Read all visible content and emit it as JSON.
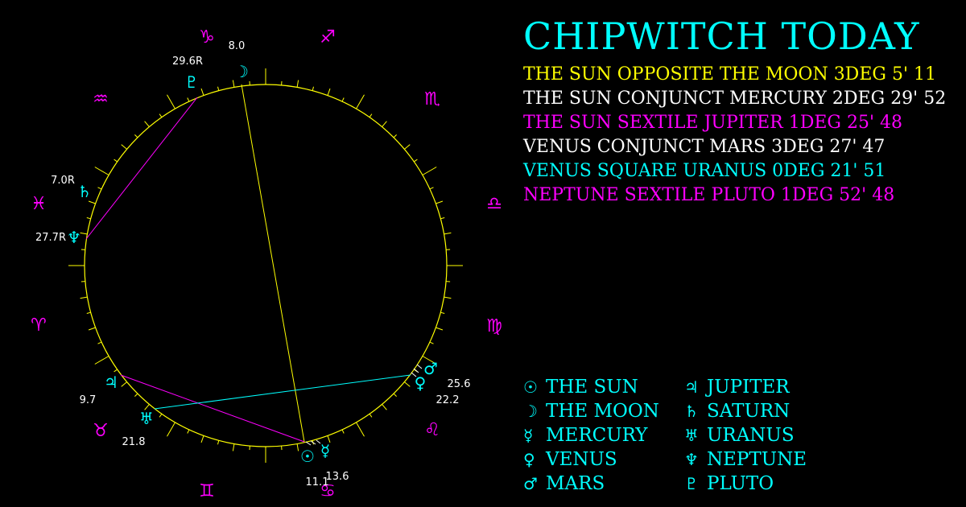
{
  "colors": {
    "background": "#000000",
    "title": "#00ffff",
    "wheel": "#ffff00",
    "zodiac": "#ff00ff",
    "planet": "#00ffff",
    "label": "#ffffff",
    "aspect_opposition": "#ffff00",
    "aspect_sextile": "#ff00ff",
    "aspect_square": "#00ffff"
  },
  "title": "CHIPWITCH TODAY",
  "aspects": [
    {
      "text": "THE SUN OPPOSITE THE MOON 3DEG 5' 11",
      "color": "#ffff00"
    },
    {
      "text": "THE SUN CONJUNCT MERCURY 2DEG 29' 52",
      "color": "#ffffff"
    },
    {
      "text": "THE SUN SEXTILE JUPITER 1DEG 25' 48",
      "color": "#ff00ff"
    },
    {
      "text": "VENUS CONJUNCT MARS 3DEG 27' 47",
      "color": "#ffffff"
    },
    {
      "text": "VENUS SQUARE URANUS 0DEG 21' 51",
      "color": "#00ffff"
    },
    {
      "text": "NEPTUNE SEXTILE PLUTO 1DEG 52' 48",
      "color": "#ff00ff"
    }
  ],
  "legend": [
    {
      "glyph": "☉",
      "label": "THE SUN",
      "icon": "sun-icon"
    },
    {
      "glyph": "☽",
      "label": "THE MOON",
      "icon": "moon-icon"
    },
    {
      "glyph": "☿",
      "label": "MERCURY",
      "icon": "mercury-icon"
    },
    {
      "glyph": "♀",
      "label": "VENUS",
      "icon": "venus-icon"
    },
    {
      "glyph": "♂",
      "label": "MARS",
      "icon": "mars-icon"
    },
    {
      "glyph": "♃",
      "label": "JUPITER",
      "icon": "jupiter-icon"
    },
    {
      "glyph": "♄",
      "label": "SATURN",
      "icon": "saturn-icon"
    },
    {
      "glyph": "♅",
      "label": "URANUS",
      "icon": "uranus-icon"
    },
    {
      "glyph": "♆",
      "label": "NEPTUNE",
      "icon": "neptune-icon"
    },
    {
      "glyph": "♇",
      "label": "PLUTO",
      "icon": "pluto-icon"
    }
  ],
  "zodiac": [
    {
      "glyph": "♈",
      "name": "aries"
    },
    {
      "glyph": "♉",
      "name": "taurus"
    },
    {
      "glyph": "♊",
      "name": "gemini"
    },
    {
      "glyph": "♋",
      "name": "cancer"
    },
    {
      "glyph": "♌",
      "name": "leo"
    },
    {
      "glyph": "♍",
      "name": "virgo"
    },
    {
      "glyph": "♎",
      "name": "libra"
    },
    {
      "glyph": "♏",
      "name": "scorpio"
    },
    {
      "glyph": "♐",
      "name": "sagittarius"
    },
    {
      "glyph": "♑",
      "name": "capricorn"
    },
    {
      "glyph": "♒",
      "name": "aquarius"
    },
    {
      "glyph": "♓",
      "name": "pisces"
    }
  ],
  "planets": [
    {
      "key": "sun",
      "glyph": "☉",
      "degree": "11.1"
    },
    {
      "key": "moon",
      "glyph": "☽",
      "degree": "8.0"
    },
    {
      "key": "mercury",
      "glyph": "☿",
      "degree": "13.6"
    },
    {
      "key": "venus",
      "glyph": "♀",
      "degree": "22.2"
    },
    {
      "key": "mars",
      "glyph": "♂",
      "degree": "25.6"
    },
    {
      "key": "jupiter",
      "glyph": "♃",
      "degree": "9.7"
    },
    {
      "key": "saturn",
      "glyph": "♄",
      "degree": "7.0R"
    },
    {
      "key": "uranus",
      "glyph": "♅",
      "degree": "21.8"
    },
    {
      "key": "neptune",
      "glyph": "♆",
      "degree": "27.7R"
    },
    {
      "key": "pluto",
      "glyph": "♇",
      "degree": "29.6R"
    }
  ]
}
